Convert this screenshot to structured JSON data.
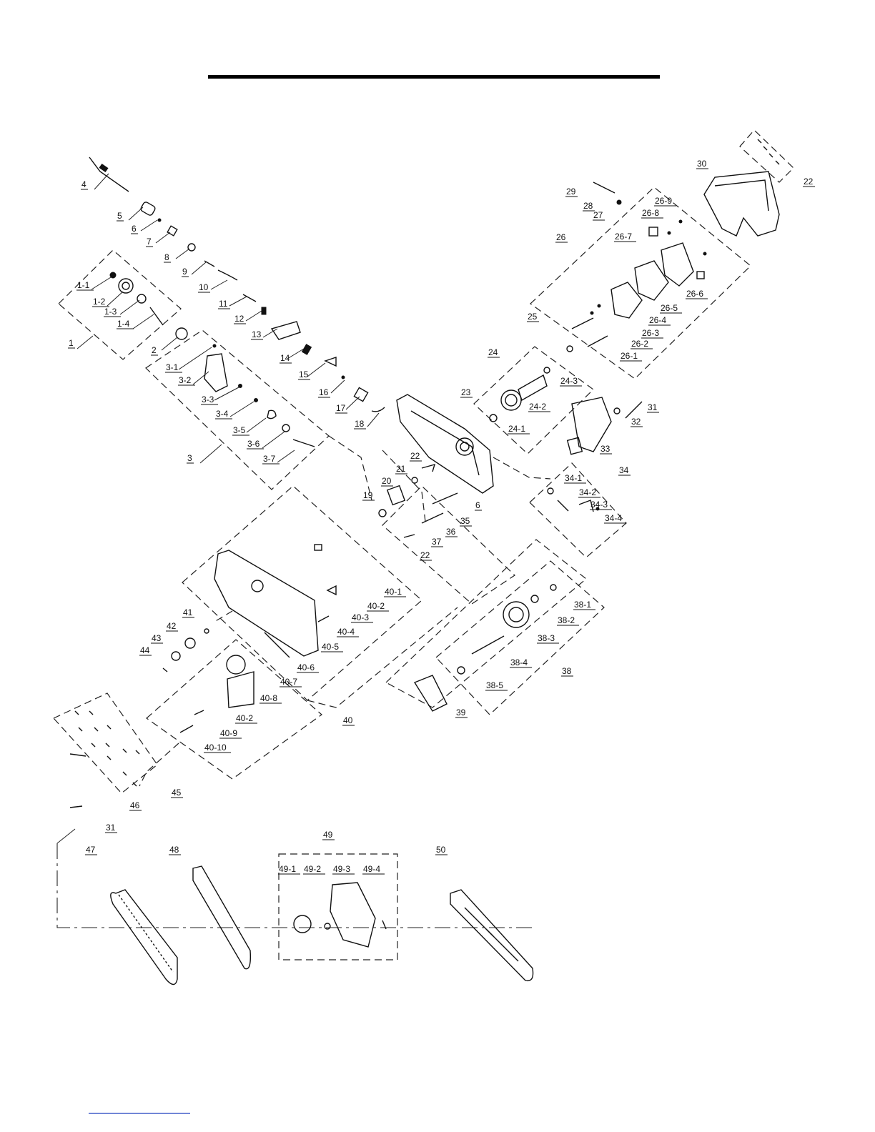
{
  "diagram_type": "exploded parts diagram",
  "callouts": [
    "1",
    "1-1",
    "1-2",
    "1-3",
    "1-4",
    "2",
    "3",
    "3-1",
    "3-2",
    "3-3",
    "3-4",
    "3-5",
    "3-6",
    "3-7",
    "4",
    "5",
    "6",
    "7",
    "8",
    "9",
    "10",
    "11",
    "12",
    "13",
    "14",
    "15",
    "16",
    "17",
    "18",
    "19",
    "20",
    "21",
    "22",
    "23",
    "24",
    "24-1",
    "24-2",
    "24-3",
    "25",
    "26",
    "26-1",
    "26-2",
    "26-3",
    "26-4",
    "26-5",
    "26-6",
    "26-7",
    "26-8",
    "26-9",
    "27",
    "28",
    "29",
    "30",
    "22",
    "31",
    "32",
    "33",
    "34",
    "34-1",
    "34-2",
    "34-3",
    "34-4",
    "6",
    "35",
    "36",
    "37",
    "22",
    "38",
    "38-1",
    "38-2",
    "38-3",
    "38-4",
    "38-5",
    "39",
    "40",
    "40-1",
    "40-2",
    "40-3",
    "40-4",
    "40-5",
    "40-6",
    "40-7",
    "40-8",
    "40-2",
    "40-9",
    "40-10",
    "41",
    "42",
    "43",
    "44",
    "45",
    "46",
    "31",
    "47",
    "48",
    "49",
    "49-1",
    "49-2",
    "49-3",
    "49-4",
    "50"
  ],
  "colors": {
    "ink": "#111111",
    "link": "#1f3fbf"
  }
}
